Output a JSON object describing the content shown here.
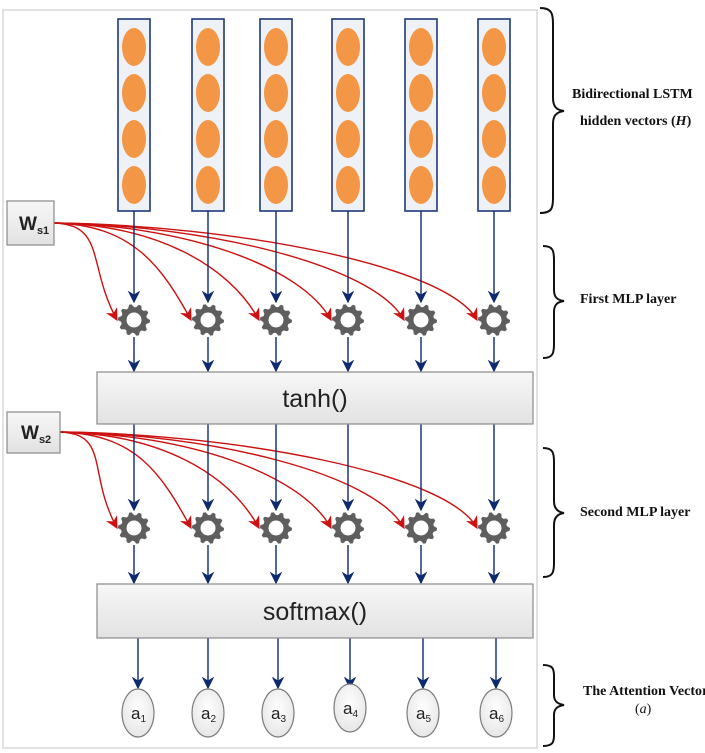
{
  "title": "Attention mechanism over Bidirectional LSTM hidden vectors",
  "colors": {
    "hidden_unit": "#f39645",
    "column_border": "#1f3a78",
    "blue_arrow": "#0d2a6e",
    "red_arrow": "#cc1111",
    "gear": "#5e5e5e",
    "box_fill": "#eeeeee",
    "box_border": "#8a8a8a",
    "frame_border": "#d8d8d8"
  },
  "lstm": {
    "column_count": 6,
    "units_per_column": 4
  },
  "weights": [
    {
      "symbol": "W",
      "subscript": "s1"
    },
    {
      "symbol": "W",
      "subscript": "s2"
    }
  ],
  "layers": {
    "tanh_label": "tanh()",
    "softmax_label": "softmax()"
  },
  "attention_outputs": [
    {
      "symbol": "a",
      "subscript": "1"
    },
    {
      "symbol": "a",
      "subscript": "2"
    },
    {
      "symbol": "a",
      "subscript": "3"
    },
    {
      "symbol": "a",
      "subscript": "4"
    },
    {
      "symbol": "a",
      "subscript": "5"
    },
    {
      "symbol": "a",
      "subscript": "6"
    }
  ],
  "annotations": {
    "lstm_line1": "Bidirectional LSTM",
    "lstm_line2_prefix": "hidden vectors (",
    "lstm_line2_var": "H",
    "lstm_line2_suffix": ")",
    "mlp1": "First MLP layer",
    "mlp2": "Second MLP layer",
    "attention_line1": "The Attention Vector",
    "attention_line2_prefix": "(",
    "attention_line2_var": "a",
    "attention_line2_suffix": ")"
  }
}
